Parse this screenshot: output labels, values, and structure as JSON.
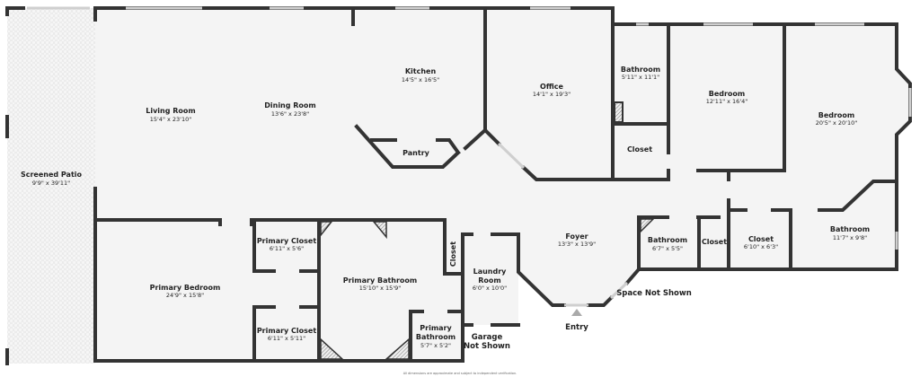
{
  "plan": {
    "rooms": [
      {
        "name": "Screened Patio",
        "dims": "9'9\" x 39'11\""
      },
      {
        "name": "Living Room",
        "dims": "15'4\" x 23'10\""
      },
      {
        "name": "Dining Room",
        "dims": "13'6\" x 23'8\""
      },
      {
        "name": "Kitchen",
        "dims": "14'5\" x 16'5\""
      },
      {
        "name": "Pantry",
        "dims": ""
      },
      {
        "name": "Office",
        "dims": "14'1\" x 19'3\""
      },
      {
        "name": "Bathroom",
        "dims": "5'11\" x 11'1\""
      },
      {
        "name": "Closet",
        "dims": ""
      },
      {
        "name": "Bedroom",
        "dims": "12'11\" x 16'4\""
      },
      {
        "name": "Bedroom",
        "dims": "20'5\" x 20'10\""
      },
      {
        "name": "Foyer",
        "dims": "13'3\" x 13'9\""
      },
      {
        "name": "Bathroom",
        "dims": "6'7\" x 5'5\""
      },
      {
        "name": "Closet",
        "dims": ""
      },
      {
        "name": "Closet",
        "dims": "6'10\" x 6'3\""
      },
      {
        "name": "Bathroom",
        "dims": "11'7\" x 9'8\""
      },
      {
        "name": "Primary Bedroom",
        "dims": "24'9\" x 15'8\""
      },
      {
        "name": "Primary Closet",
        "dims": "6'11\" x 5'6\""
      },
      {
        "name": "Primary Closet",
        "dims": "6'11\" x 5'11\""
      },
      {
        "name": "Primary Bathroom",
        "dims": "15'10\" x 15'9\""
      },
      {
        "name": "Closet",
        "dims": ""
      },
      {
        "name": "Laundry Room",
        "name_lines": [
          "Laundry",
          "Room"
        ],
        "dims": "6'0\" x 10'0\""
      },
      {
        "name": "Primary Bathroom",
        "name_lines": [
          "Primary",
          "Bathroom"
        ],
        "dims": "5'7\" x 5'2\""
      }
    ],
    "notes": {
      "space_not_shown": "Space Not Shown",
      "garage_line1": "Garage",
      "garage_line2": "Not Shown",
      "entry": "Entry",
      "footnote": "All dimensions are approximate and subject to independent verification."
    },
    "colors": {
      "wall": "#333333",
      "floor": "#f4f4f4",
      "window": "#cfcfcf"
    }
  }
}
